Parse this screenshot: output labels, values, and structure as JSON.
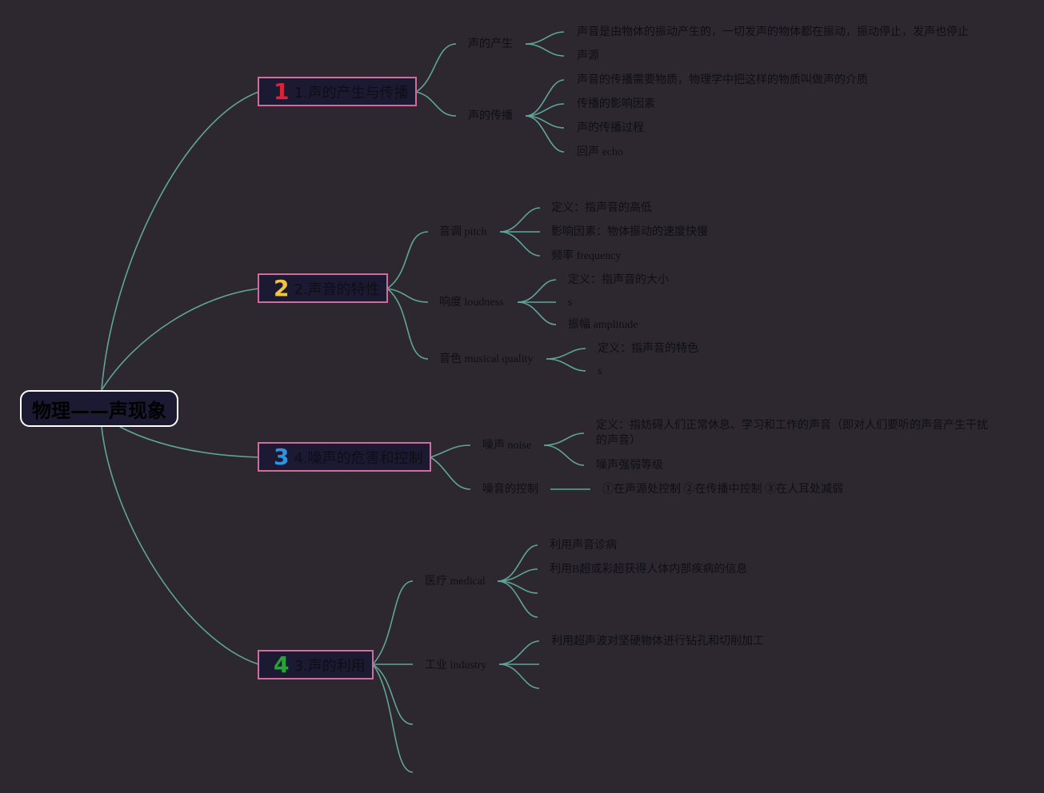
{
  "root": {
    "label": "物理——声现象"
  },
  "colors": {
    "background": "#2d2830",
    "link": "#5fa597",
    "topic_border": "#d06d9a",
    "topic_fill": "#1c1a33",
    "num1": "#e0213a",
    "num2": "#f2c53a",
    "num3": "#2e93e0",
    "num4": "#28a33c"
  },
  "branches": [
    {
      "num": "1",
      "label": "1.声的产生与传播",
      "children": [
        {
          "label": "声的产生",
          "children": [
            "声音是由物体的振动产生的，一切发声的物体都在振动，振动停止，发声也停止",
            "声源"
          ]
        },
        {
          "label": "声的传播",
          "children": [
            "声音的传播需要物质，物理学中把这样的物质叫做声的介质",
            "传播的影响因素",
            "声的传播过程",
            "回声 echo"
          ]
        }
      ]
    },
    {
      "num": "2",
      "label": "2.声音的特性",
      "children": [
        {
          "label": "音调 pitch",
          "children": [
            "定义：指声音的高低",
            "影响因素：物体振动的速度快慢",
            "频率 frequency"
          ]
        },
        {
          "label": "响度 loudness",
          "children": [
            "定义：指声音的大小",
            "s",
            "振幅 amplitude"
          ]
        },
        {
          "label": "音色 musical quality",
          "children": [
            "定义：指声音的特色",
            "s"
          ]
        }
      ]
    },
    {
      "num": "3",
      "label": "4.噪声的危害和控制",
      "children": [
        {
          "label": "噪声 noise",
          "children": [
            "定义：指妨碍人们正常休息、学习和工作的声音（即对人们要听的声音产生干扰的声音）",
            "噪声强弱等级"
          ]
        },
        {
          "label": "噪音的控制",
          "children": [
            "①在声源处控制 ②在传播中控制 ③在人耳处减弱"
          ]
        }
      ]
    },
    {
      "num": "4",
      "label": "3.声的利用",
      "children": [
        {
          "label": "医疗 medical",
          "children": [
            "利用声音诊病",
            "利用B超或彩超获得人体内部疾病的信息"
          ]
        },
        {
          "label": "工业 industry",
          "children": [
            "利用超声波对坚硬物体进行钻孔和切削加工"
          ]
        }
      ]
    }
  ]
}
